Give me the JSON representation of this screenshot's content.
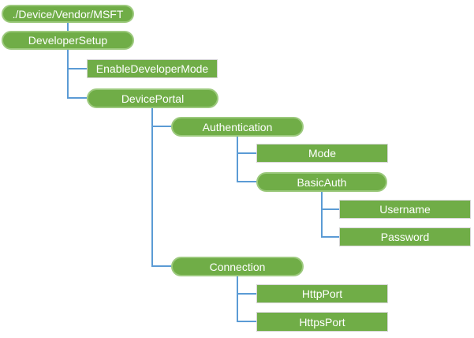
{
  "diagram": {
    "type": "tree",
    "root": "./Device/Vendor/MSFT",
    "nodes": [
      {
        "label": "./Device/Vendor/MSFT",
        "shape": "pill",
        "depth": 0
      },
      {
        "label": "DeveloperSetup",
        "shape": "pill",
        "depth": 0
      },
      {
        "label": "EnableDeveloperMode",
        "shape": "rect",
        "depth": 1
      },
      {
        "label": "DevicePortal",
        "shape": "pill",
        "depth": 1
      },
      {
        "label": "Authentication",
        "shape": "pill",
        "depth": 2
      },
      {
        "label": "Mode",
        "shape": "rect",
        "depth": 3
      },
      {
        "label": "BasicAuth",
        "shape": "pill",
        "depth": 3
      },
      {
        "label": "Username",
        "shape": "rect",
        "depth": 4
      },
      {
        "label": "Password",
        "shape": "rect",
        "depth": 4
      },
      {
        "label": "Connection",
        "shape": "pill",
        "depth": 2
      },
      {
        "label": "HttpPort",
        "shape": "rect",
        "depth": 3
      },
      {
        "label": "HttpsPort",
        "shape": "rect",
        "depth": 3
      }
    ],
    "edges": [
      [
        "./Device/Vendor/MSFT",
        "DeveloperSetup"
      ],
      [
        "DeveloperSetup",
        "EnableDeveloperMode"
      ],
      [
        "DeveloperSetup",
        "DevicePortal"
      ],
      [
        "DevicePortal",
        "Authentication"
      ],
      [
        "Authentication",
        "Mode"
      ],
      [
        "Authentication",
        "BasicAuth"
      ],
      [
        "BasicAuth",
        "Username"
      ],
      [
        "BasicAuth",
        "Password"
      ],
      [
        "DevicePortal",
        "Connection"
      ],
      [
        "Connection",
        "HttpPort"
      ],
      [
        "Connection",
        "HttpsPort"
      ]
    ],
    "colors": {
      "node_fill": "#70AD47",
      "pill_border": "#9CC97D",
      "rect_border": "#D6D6D6",
      "connector": "#5B9BD5",
      "text": "#FFFFFF",
      "background": "#FFFFFF"
    }
  }
}
